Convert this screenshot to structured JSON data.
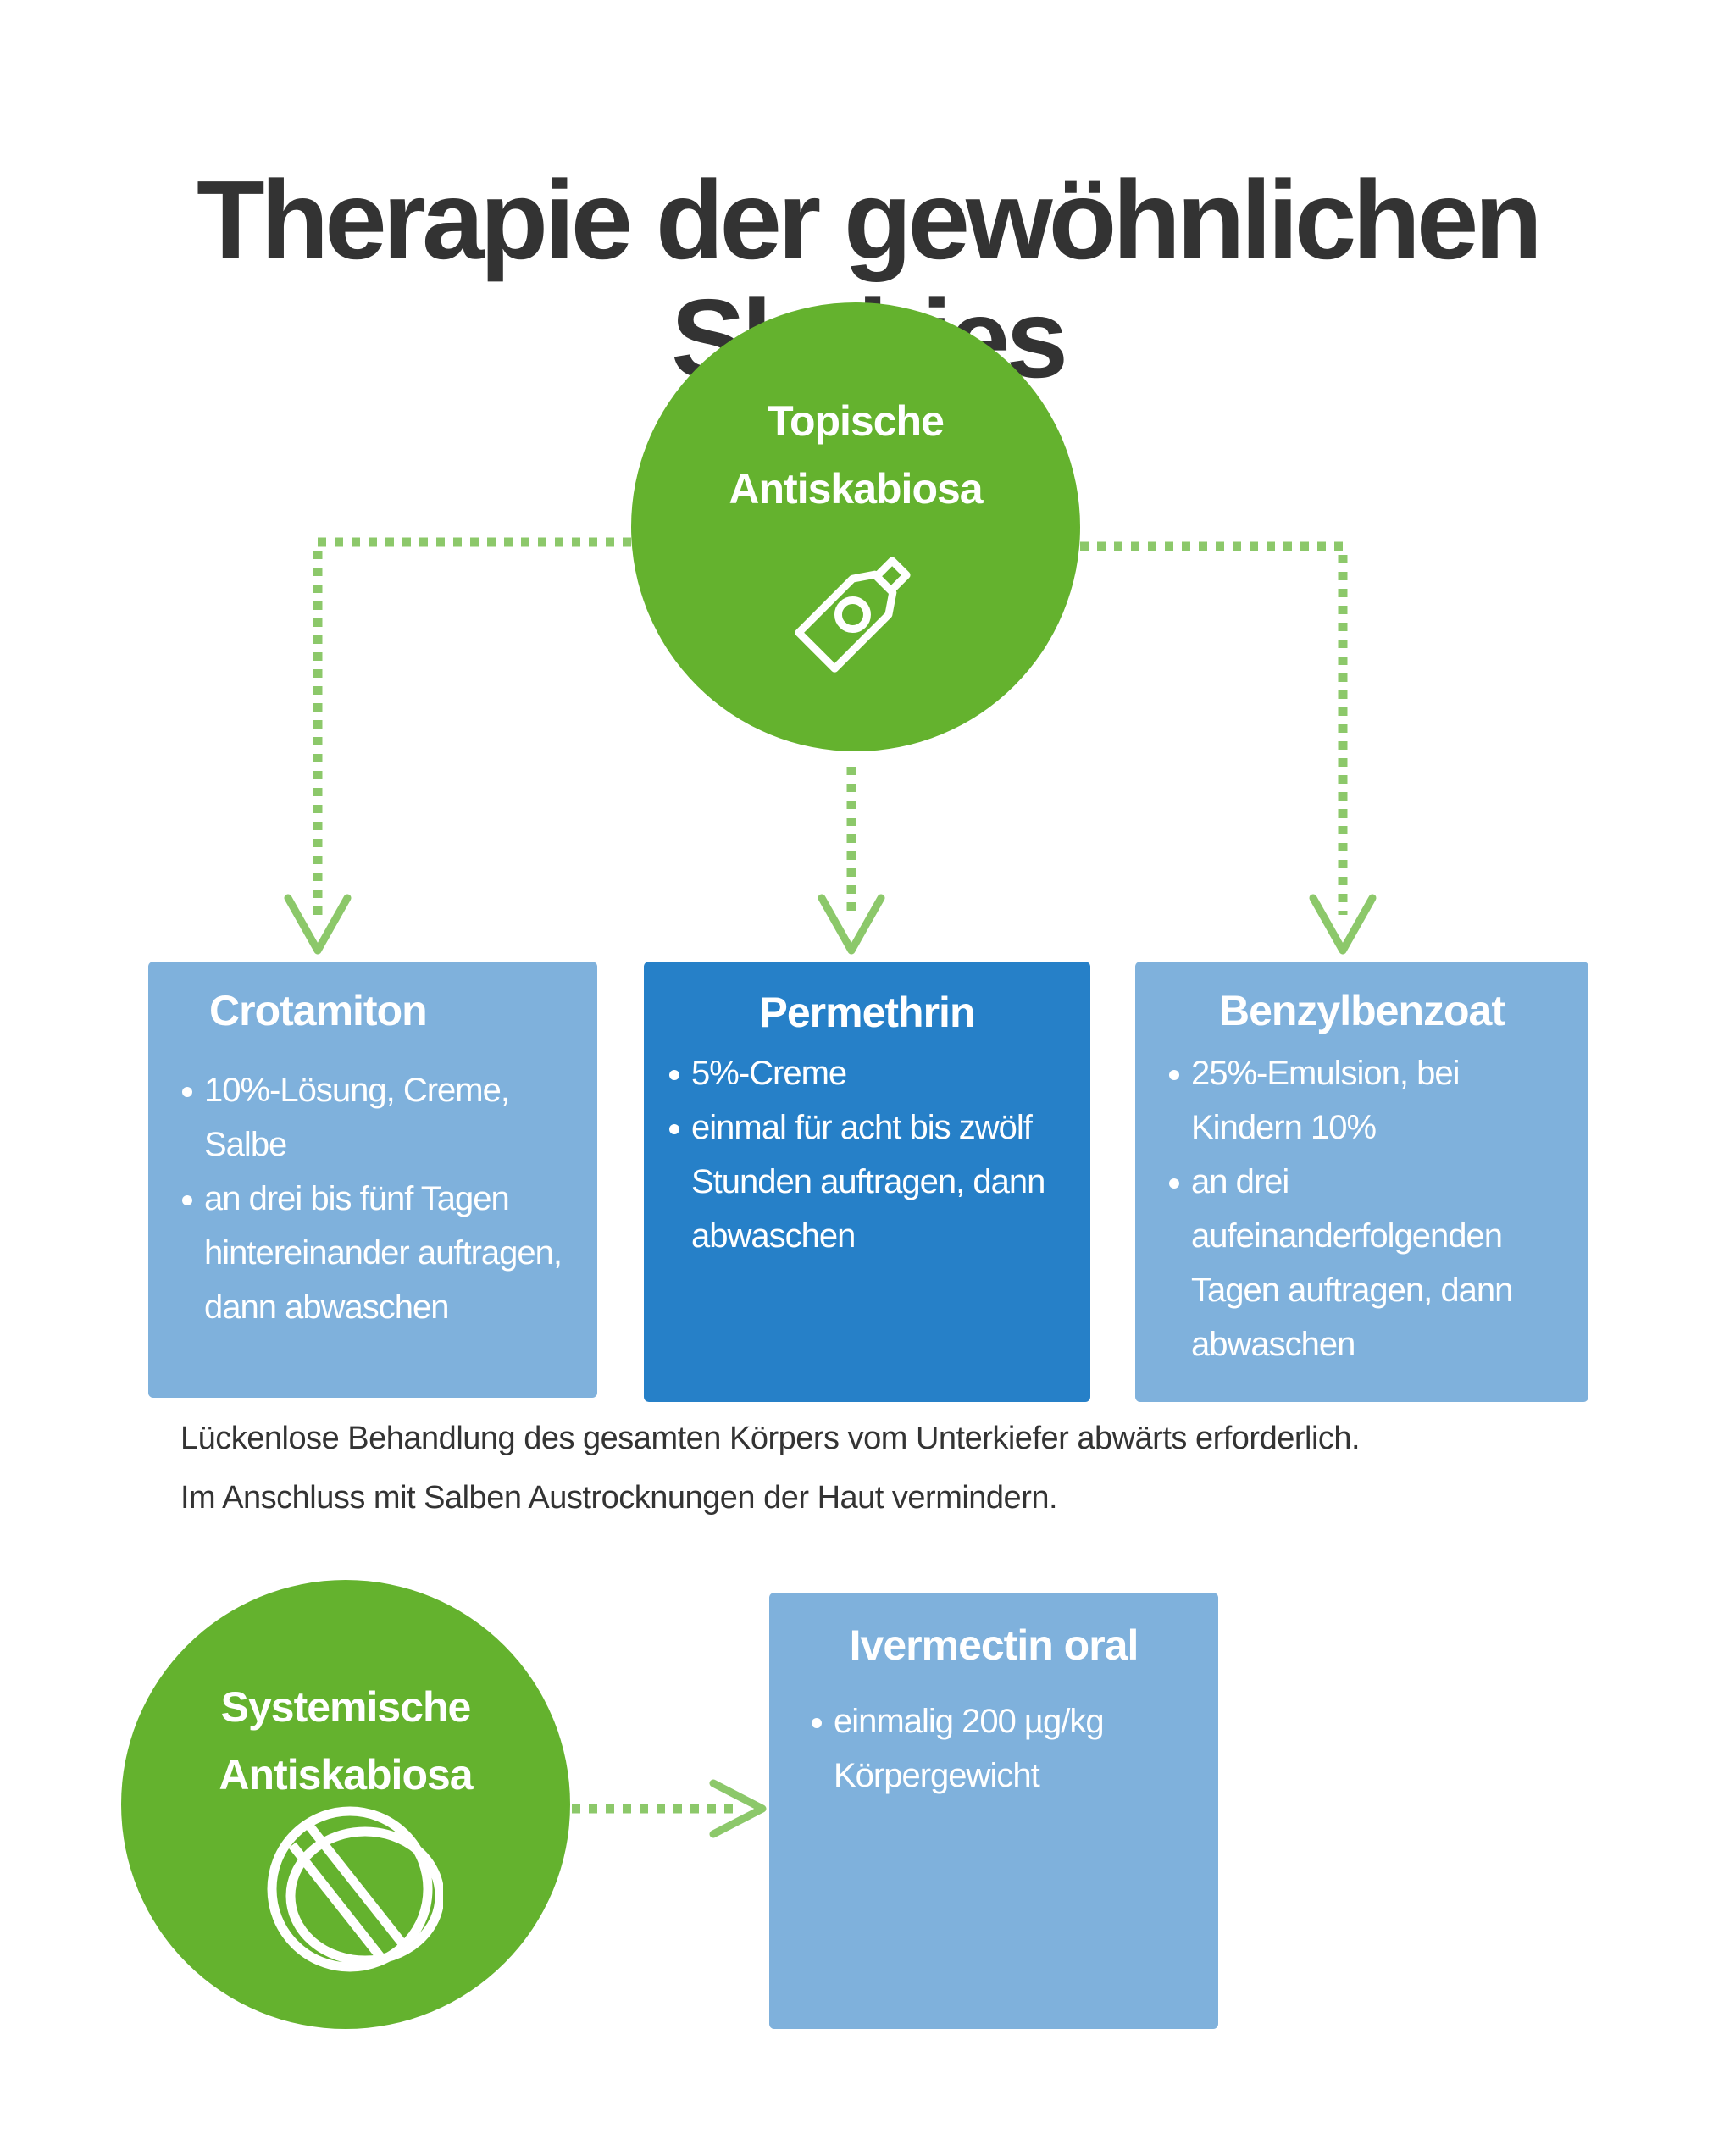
{
  "title": "Therapie der gewöhnlichen Skabies",
  "colors": {
    "green": "#64b22e",
    "connector_green": "#8cc86a",
    "box_light_blue": "#7fb1dc",
    "box_dark_blue": "#2680c8",
    "text_dark": "#333333"
  },
  "topical": {
    "label_line1": "Topische",
    "label_line2": "Antiskabiosa",
    "icon": "ointment-tube-icon"
  },
  "boxes": {
    "crotamiton": {
      "title": "Crotamiton",
      "items": [
        "10%-Lösung, Creme, Salbe",
        "an drei bis fünf Tagen hintereinander auftragen, dann abwaschen"
      ]
    },
    "permethrin": {
      "title": "Permethrin",
      "items": [
        "5%-Creme",
        "einmal für acht bis zwölf Stunden auftragen, dann abwaschen"
      ]
    },
    "benzylbenzoat": {
      "title": "Benzylbenzoat",
      "items": [
        "25%-Emulsion, bei Kindern 10%",
        "an drei aufeinanderfolgenden Tagen auftragen, dann abwaschen"
      ]
    },
    "ivermectin": {
      "title": "Ivermectin oral",
      "items": [
        "einmalig 200 µg/kg Körpergewicht"
      ]
    }
  },
  "note": {
    "line1": "Lückenlose Behandlung des gesamten Körpers vom Unterkiefer abwärts erforderlich.",
    "line2": "Im Anschluss mit Salben Austrocknungen der Haut vermindern."
  },
  "systemic": {
    "label_line1": "Systemische",
    "label_line2": "Antiskabiosa",
    "icon": "tablet-icon"
  }
}
